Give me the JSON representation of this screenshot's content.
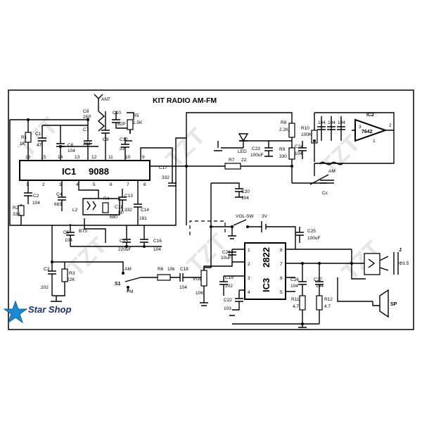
{
  "title": "KIT RADIO AM-FM",
  "ic1": {
    "name": "IC1",
    "part": "9088",
    "pins_top": [
      "16",
      "15",
      "14",
      "13",
      "12",
      "11",
      "10",
      "9"
    ],
    "pins_bottom": [
      "1",
      "2",
      "3",
      "4",
      "5",
      "6",
      "7",
      "8"
    ]
  },
  "ic2": {
    "name": "IC2",
    "part": "7642"
  },
  "ic3": {
    "name": "IC3",
    "part": "2822"
  },
  "components": {
    "ant": "ANT",
    "c8": "C8",
    "c8v": "25P",
    "c10": "C10",
    "c10v": "82P",
    "r5": "R5",
    "r5v": "1.5K",
    "c7": "C7",
    "c7v": "221",
    "c12": "C12",
    "c12v": "33",
    "r1": "R1",
    "r1v": "1K",
    "c1": "C1",
    "c1v": "47",
    "c6": "C6",
    "c6v": "104",
    "c9": "C9",
    "c17": "C17",
    "c17v": "332",
    "c2": "C2",
    "c2v": "104",
    "r2": "R2",
    "r2v": "33K",
    "c4": "C4",
    "c4v": "683",
    "l2": "L2",
    "r4": "R4",
    "r4v": "680",
    "c13": "C13",
    "c13v": "332",
    "c11": "C11",
    "c11v": "5P",
    "c14": "C14",
    "c14v": "181",
    "c5": "C5",
    "c5v": "104",
    "bt5": "BT5",
    "c15": "C15",
    "c15v": "220uF",
    "c16": "C16",
    "c16v": "104",
    "c3": "C3",
    "c3v": "202",
    "r3": "R3",
    "r3v": "22K",
    "s1": "S1",
    "am": "AM",
    "fm": "FM",
    "r6": "R6",
    "r6v": "10k",
    "c18": "C18",
    "c18v": "104",
    "vol": "VOL",
    "volv": "10K",
    "c19": "C19",
    "c19v": "202",
    "c22": "C22",
    "c22v": "103",
    "r8": "R8",
    "r8v": "2.2K",
    "c23": "C23",
    "c23v": "100uF",
    "led": "LED",
    "r9": "R9",
    "r9v": "330",
    "c24": "C24",
    "c24v": "104",
    "r7": "R7",
    "r7v": "22",
    "r10": "R10",
    "r10v": "100K",
    "c_a": "104",
    "c_b": "104",
    "c_c": "104",
    "c20": "C20",
    "c20v": "104",
    "amcoil": "AM",
    "cc": "Cc",
    "volsw": "VOL-SW",
    "v3": "3V",
    "c25": "C25",
    "c25v": "100uF",
    "c21": "C21",
    "c21v": "10uF",
    "c26": "C26",
    "c26v": "104",
    "c27": "C27",
    "c27v": "104",
    "r11": "R11",
    "r11v": "4.7",
    "r12": "R12",
    "r12v": "4.7",
    "j": "J",
    "jv": "Φ3.5",
    "sp": "SP",
    "pin3": "3",
    "pin2": "2",
    "pin1": "1"
  },
  "ic3_pins": {
    "l": [
      "1",
      "2",
      "3",
      "4"
    ],
    "r": [
      "8",
      "7",
      "6",
      "5"
    ]
  },
  "watermarks": [
    "TZT",
    "TZT",
    "TZT",
    "TZT",
    "TZT",
    "TZT"
  ],
  "logo": {
    "text": "Star Shop",
    "star_color": "#1a8ad4"
  }
}
